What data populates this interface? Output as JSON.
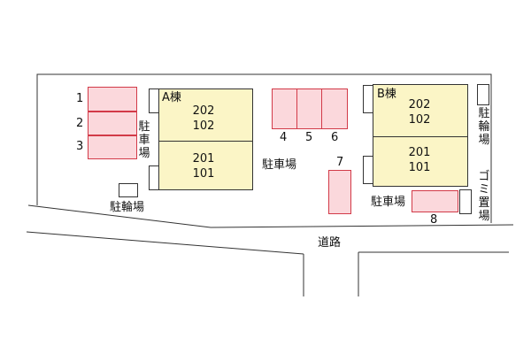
{
  "lot": {
    "building_a": {
      "label": "A棟",
      "units_upper": [
        "202",
        "102"
      ],
      "units_lower": [
        "201",
        "101"
      ]
    },
    "building_b": {
      "label": "B棟",
      "units_upper": [
        "202",
        "102"
      ],
      "units_lower": [
        "201",
        "101"
      ]
    },
    "parking_numbers": [
      "1",
      "2",
      "3",
      "4",
      "5",
      "6",
      "7",
      "8"
    ],
    "labels": {
      "parking_center": "駐車場",
      "parking_right": "駐車場",
      "parking_left_vertical": "駐車場",
      "bike_left": "駐輪場",
      "bike_right_vertical": "駐輪場",
      "garbage_vertical": "ゴミ置場"
    }
  },
  "road": {
    "label": "道路"
  },
  "colors": {
    "building_fill": "#fbf5c6",
    "stall_fill": "#fbd8dc",
    "stall_border": "#d23a48",
    "line": "#333333"
  }
}
